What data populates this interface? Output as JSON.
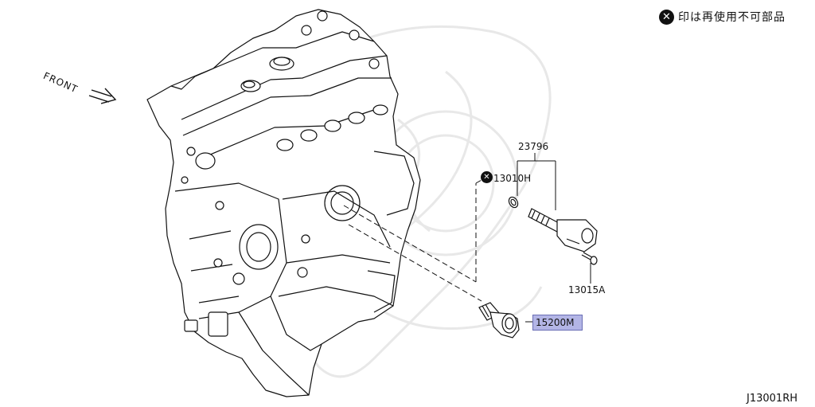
{
  "legend": {
    "icon": "x-circle-icon",
    "text": "印は再使用不可部品"
  },
  "front_label": "FRONT",
  "parts": [
    {
      "id": "part-23796",
      "label": "23796"
    },
    {
      "id": "part-13010H",
      "label": "13010H",
      "non_reusable": true
    },
    {
      "id": "part-13015A",
      "label": "13015A"
    },
    {
      "id": "part-15200M",
      "label": "15200M",
      "highlighted": true
    }
  ],
  "diagram_code": "J13001RH",
  "colors": {
    "line": "#111111",
    "highlight_fill": "#b3b5e6",
    "highlight_border": "#6a6eb5",
    "watermark": "#e6e6e6"
  }
}
